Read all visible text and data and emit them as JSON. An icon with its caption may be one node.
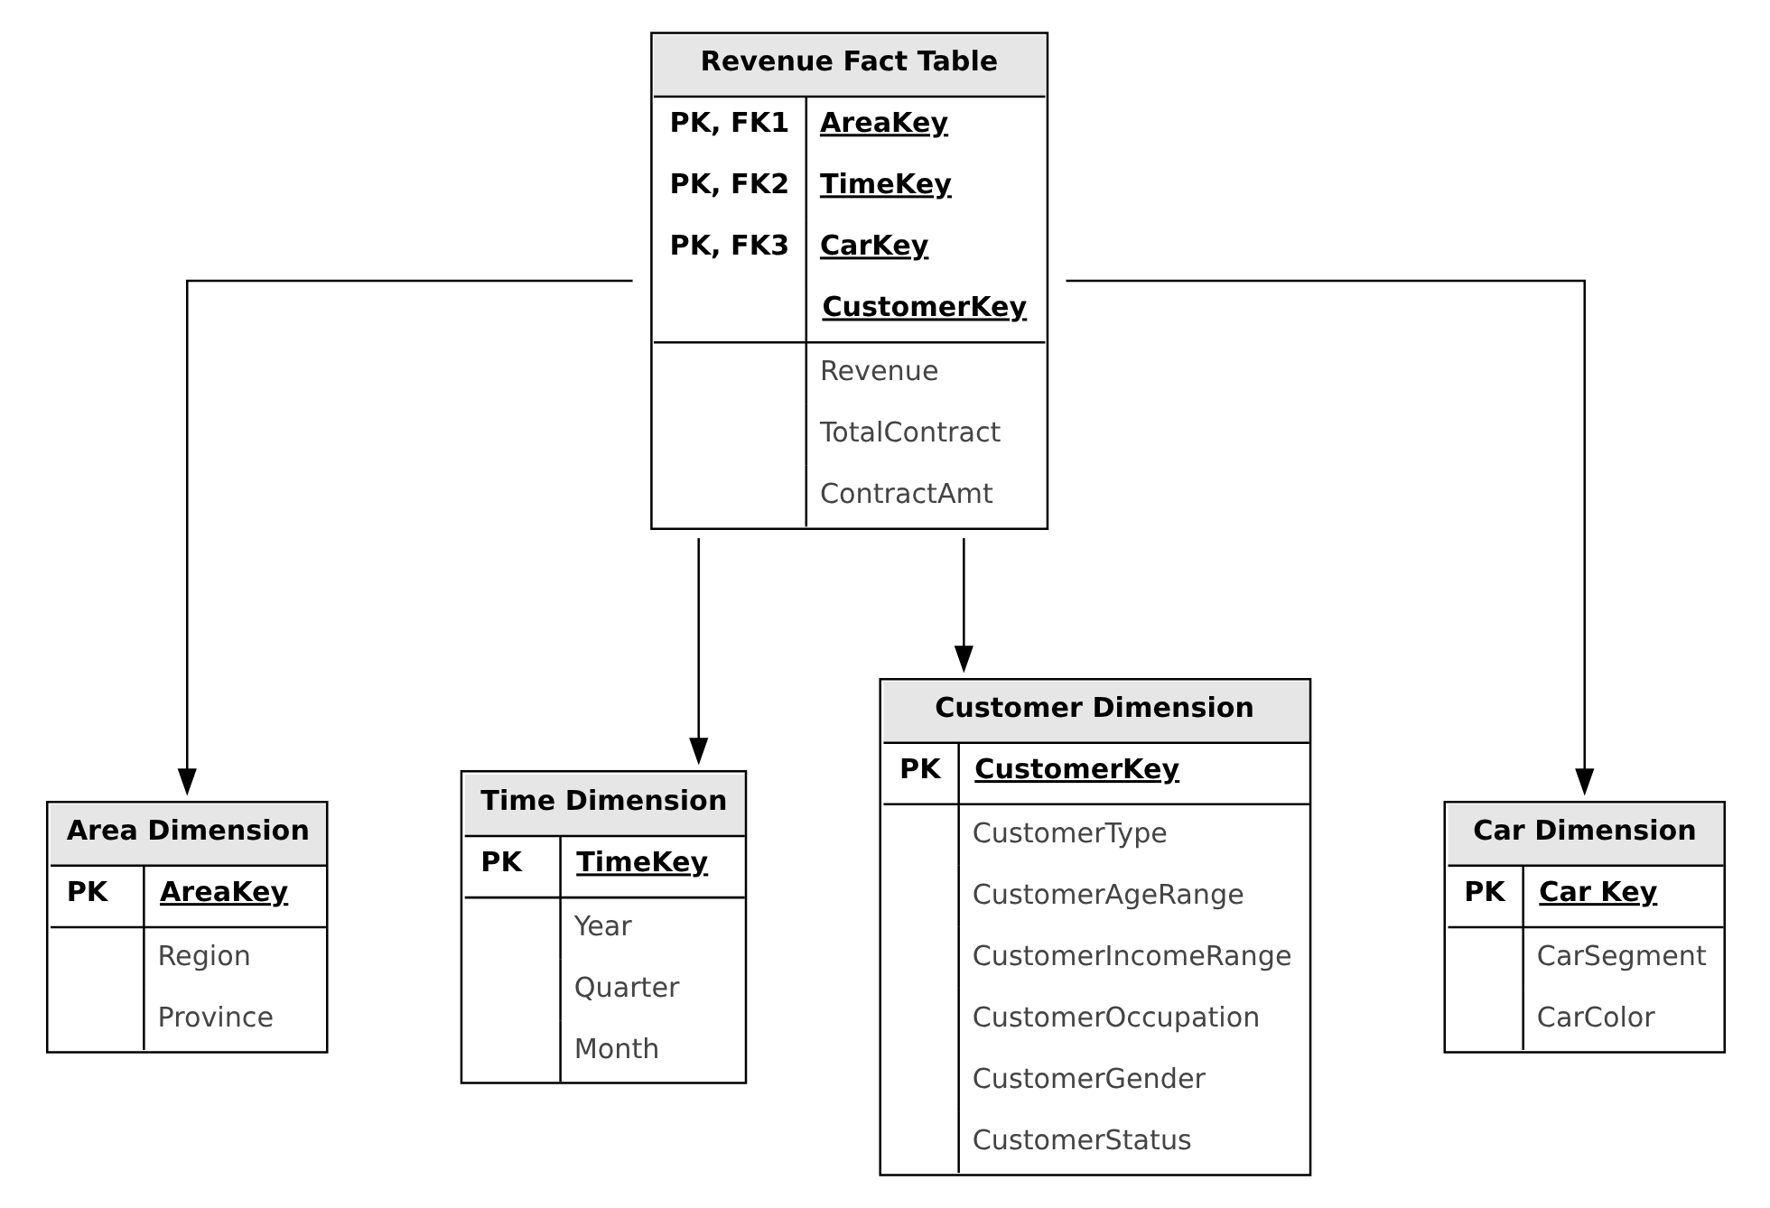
{
  "diagram": {
    "nodes": [
      {
        "text": [
          "Area Dimension",
          "PK",
          "AreaKey",
          "Region",
          "Province"
        ]
      },
      {
        "text": [
          "Revenue Fact Table",
          "PK, FK1",
          "AreaKey",
          "PK, FK2",
          "TimeKey",
          "PK, FK3",
          "CarKey",
          "CustomerKey",
          "Revenue",
          "TotalContract",
          "ContractAmt"
        ]
      },
      {
        "text": [
          "Time Dimension",
          "PK",
          "TimeKey",
          "Year",
          "Quarter",
          "Month"
        ]
      },
      {
        "text": [
          "Customer Dimension",
          "PK",
          "CustomerKey",
          "CustomerType",
          "CustomerAgeRange",
          "CustomerIncomeRange",
          "CustomerOccupation",
          "CustomerGender",
          "CustomerStatus"
        ]
      },
      {
        "text": [
          "Car Dimension",
          "PK",
          "Car Key",
          "CarSegment",
          "CarColor"
        ]
      }
    ],
    "edges": [
      {
        "from": 1,
        "to": 0,
        "arrow": "to"
      },
      {
        "from": 1,
        "to": 3,
        "arrow": "to"
      },
      {
        "from": 1,
        "to": 2,
        "arrow": "to"
      },
      {
        "from": 1,
        "to": 4,
        "arrow": "to"
      }
    ]
  }
}
